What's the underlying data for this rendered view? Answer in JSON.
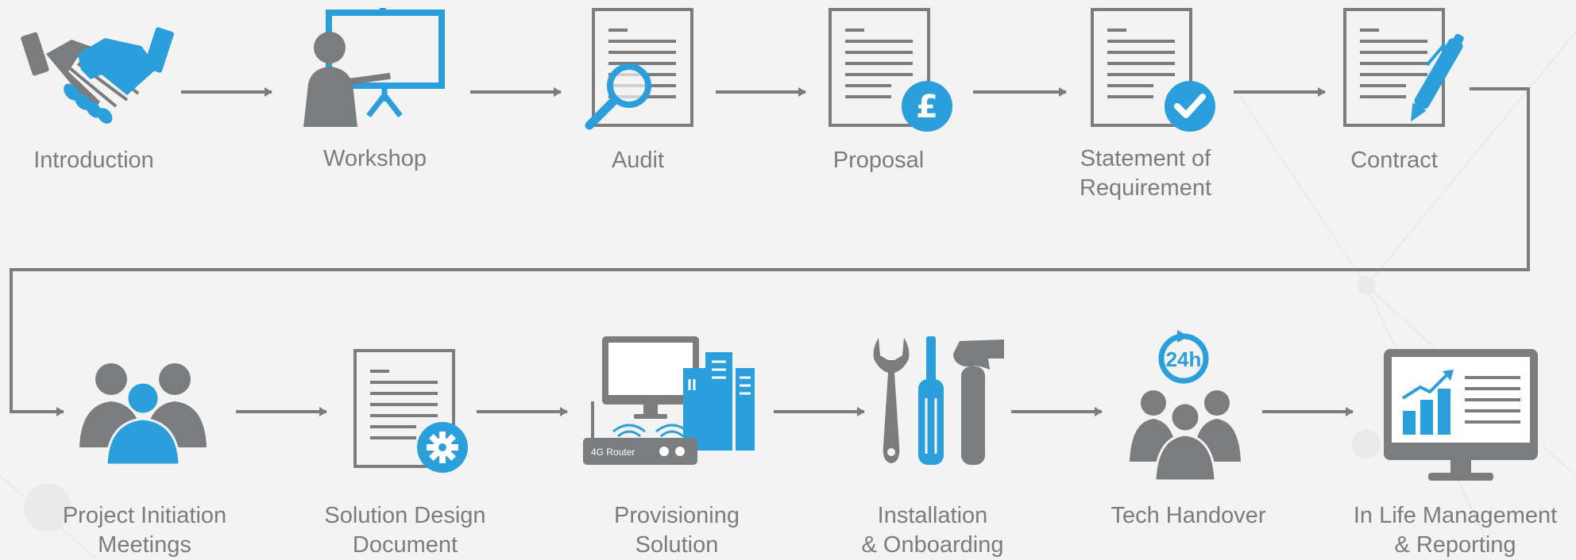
{
  "colors": {
    "gray": "#7b7c7e",
    "blue": "#2a9fdb",
    "background": "#f3f3f3"
  },
  "steps": [
    {
      "id": "introduction",
      "label": "Introduction",
      "icon": "handshake-icon"
    },
    {
      "id": "workshop",
      "label": "Workshop",
      "icon": "presentation-icon"
    },
    {
      "id": "audit",
      "label": "Audit",
      "icon": "document-magnifier-icon"
    },
    {
      "id": "proposal",
      "label": "Proposal",
      "icon": "document-pound-icon"
    },
    {
      "id": "statement",
      "label_line1": "Statement of",
      "label_line2": "Requirement",
      "icon": "document-check-icon"
    },
    {
      "id": "contract",
      "label": "Contract",
      "icon": "document-pen-icon"
    },
    {
      "id": "pim",
      "label_line1": "Project Initiation",
      "label_line2": "Meetings",
      "icon": "team-icon"
    },
    {
      "id": "sdd",
      "label_line1": "Solution Design",
      "label_line2": "Document",
      "icon": "document-gear-icon"
    },
    {
      "id": "provisioning",
      "label_line1": "Provisioning",
      "label_line2": "Solution",
      "icon": "hardware-icon",
      "router_label": "4G Router"
    },
    {
      "id": "installation",
      "label_line1": "Installation",
      "label_line2": "& Onboarding",
      "icon": "tools-icon"
    },
    {
      "id": "handover",
      "label": "Tech Handover",
      "icon": "support-team-icon",
      "badge": "24h"
    },
    {
      "id": "inlife",
      "label_line1": "In Life Management",
      "label_line2": "& Reporting",
      "icon": "monitor-chart-icon"
    }
  ]
}
